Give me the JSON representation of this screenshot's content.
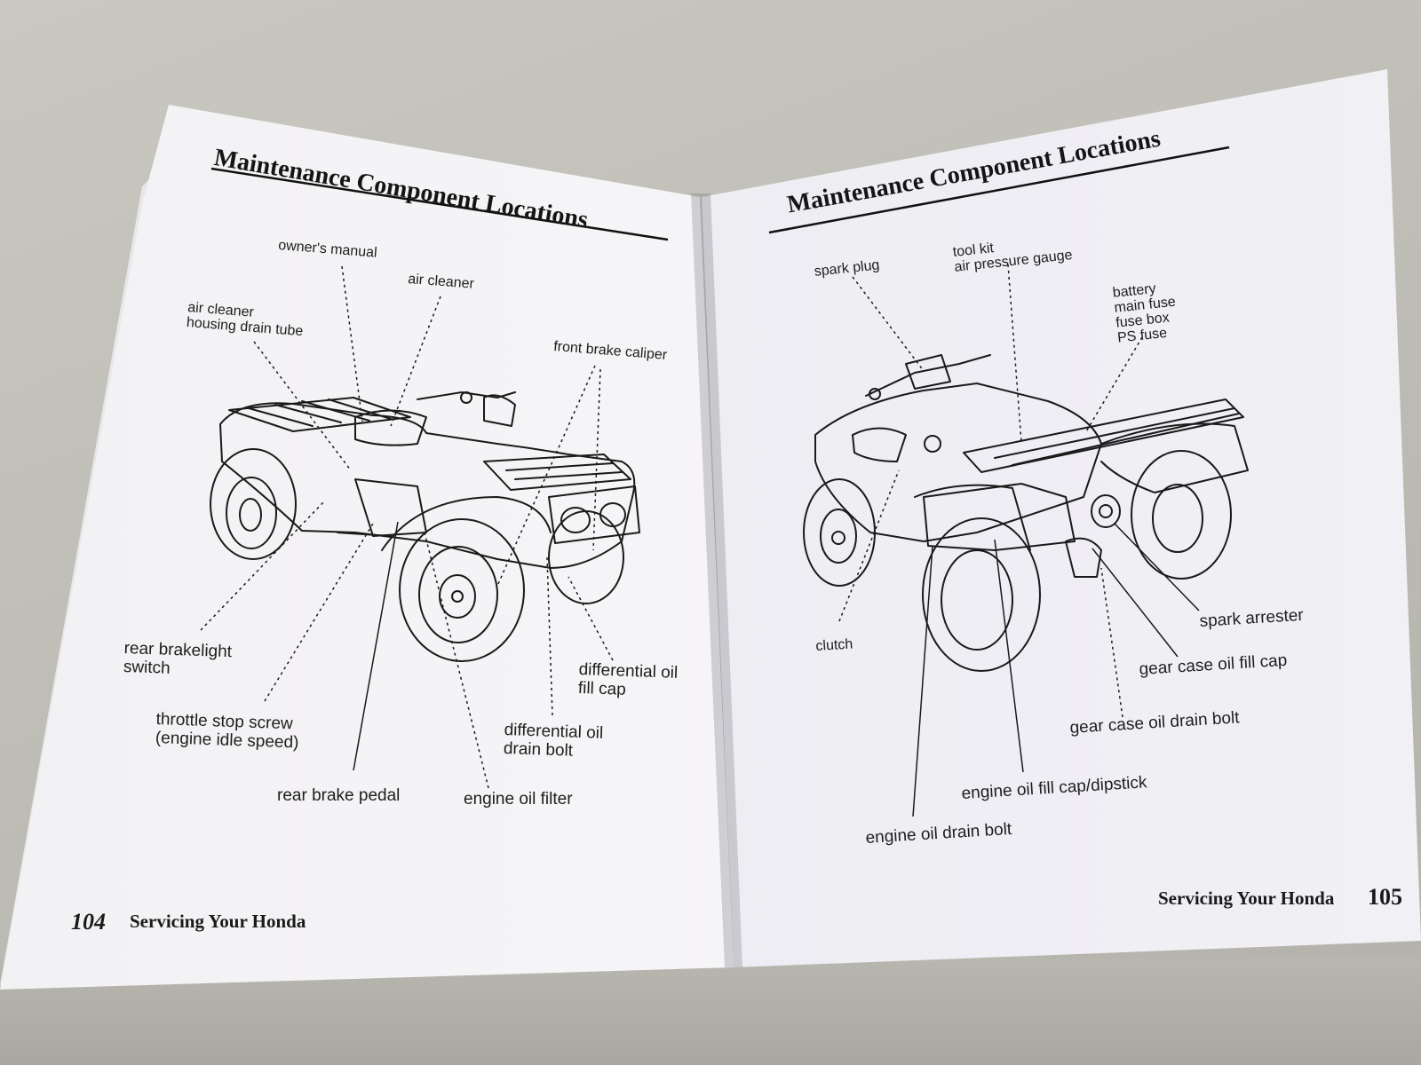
{
  "left_page": {
    "title": "Maintenance Component Locations",
    "labels": {
      "owners_manual": "owner's manual",
      "air_cleaner": "air cleaner",
      "air_cleaner_drain": "air cleaner\nhousing drain tube",
      "front_brake_caliper": "front brake caliper",
      "rear_brakelight_switch": "rear brakelight\nswitch",
      "throttle_stop_screw": "throttle stop screw\n(engine idle speed)",
      "rear_brake_pedal": "rear brake pedal",
      "engine_oil_filter": "engine oil filter",
      "differential_oil_drain_bolt": "differential oil\ndrain bolt",
      "differential_oil_fill_cap": "differential oil\nfill cap"
    },
    "footer": {
      "page_number": "104",
      "section": "Servicing Your Honda"
    }
  },
  "right_page": {
    "title": "Maintenance Component Locations",
    "labels": {
      "spark_plug": "spark plug",
      "tool_kit": "tool kit\nair pressure gauge",
      "battery": "battery\nmain fuse\nfuse box\nPS fuse",
      "clutch": "clutch",
      "spark_arrester": "spark arrester",
      "gear_case_oil_fill_cap": "gear case oil fill cap",
      "gear_case_oil_drain_bolt": "gear case oil drain bolt",
      "engine_oil_fill_cap": "engine oil fill cap/dipstick",
      "engine_oil_drain_bolt": "engine oil drain bolt"
    },
    "footer": {
      "page_number": "105",
      "section": "Servicing Your Honda"
    }
  }
}
